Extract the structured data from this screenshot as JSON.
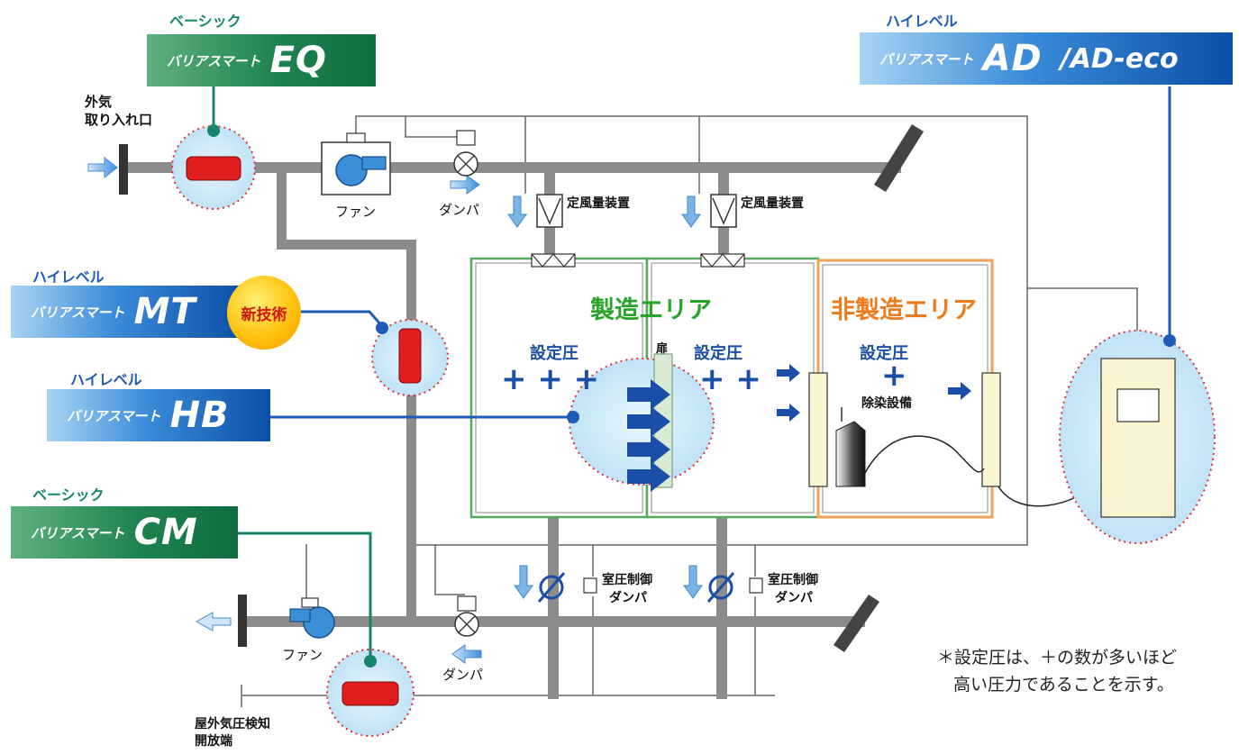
{
  "products": {
    "eq": {
      "tier": "ベーシック",
      "prefix": "バリアスマート",
      "model": "EQ"
    },
    "ad": {
      "tier": "ハイレベル",
      "prefix": "バリアスマート",
      "model": "AD",
      "suffix": "/AD-eco"
    },
    "mt": {
      "tier": "ハイレベル",
      "prefix": "バリアスマート",
      "model": "MT",
      "badge": "新技術"
    },
    "hb": {
      "tier": "ハイレベル",
      "prefix": "バリアスマート",
      "model": "HB"
    },
    "cm": {
      "tier": "ベーシック",
      "prefix": "バリアスマート",
      "model": "CM"
    }
  },
  "labels": {
    "outside_air_l1": "外気",
    "outside_air_l2": "取り入れ口",
    "fan_top": "ファン",
    "damper_top": "ダンパ",
    "cav_1": "定風量装置",
    "cav_2": "定風量装置",
    "fan_bottom": "ファン",
    "damper_bottom": "ダンパ",
    "room_damper_1_l1": "室圧制御",
    "room_damper_1_l2": "ダンパ",
    "room_damper_2_l1": "室圧制御",
    "room_damper_2_l2": "ダンパ",
    "outdoor_sensor_l1": "屋外気圧検知",
    "outdoor_sensor_l2": "開放端",
    "door": "扉",
    "decon": "除染設備"
  },
  "areas": {
    "manufacturing": {
      "title": "製造エリア",
      "color": "#27a52b"
    },
    "non_manufacturing": {
      "title": "非製造エリア",
      "color": "#f07b1a"
    }
  },
  "pressure": {
    "label": "設定圧",
    "room1_plus": "+ + +",
    "room2_plus": "+ +",
    "room3_plus": "+"
  },
  "note": {
    "line1": "＊設定圧は、＋の数が多いほど",
    "line2": "高い圧力であることを示す。"
  },
  "colors": {
    "green_accent": "#1f8451",
    "blue_accent": "#0d4fa8",
    "duct": "#8c8c8c",
    "sensor_red": "#e01e1e",
    "pressure_blue": "#1b4ea6"
  }
}
